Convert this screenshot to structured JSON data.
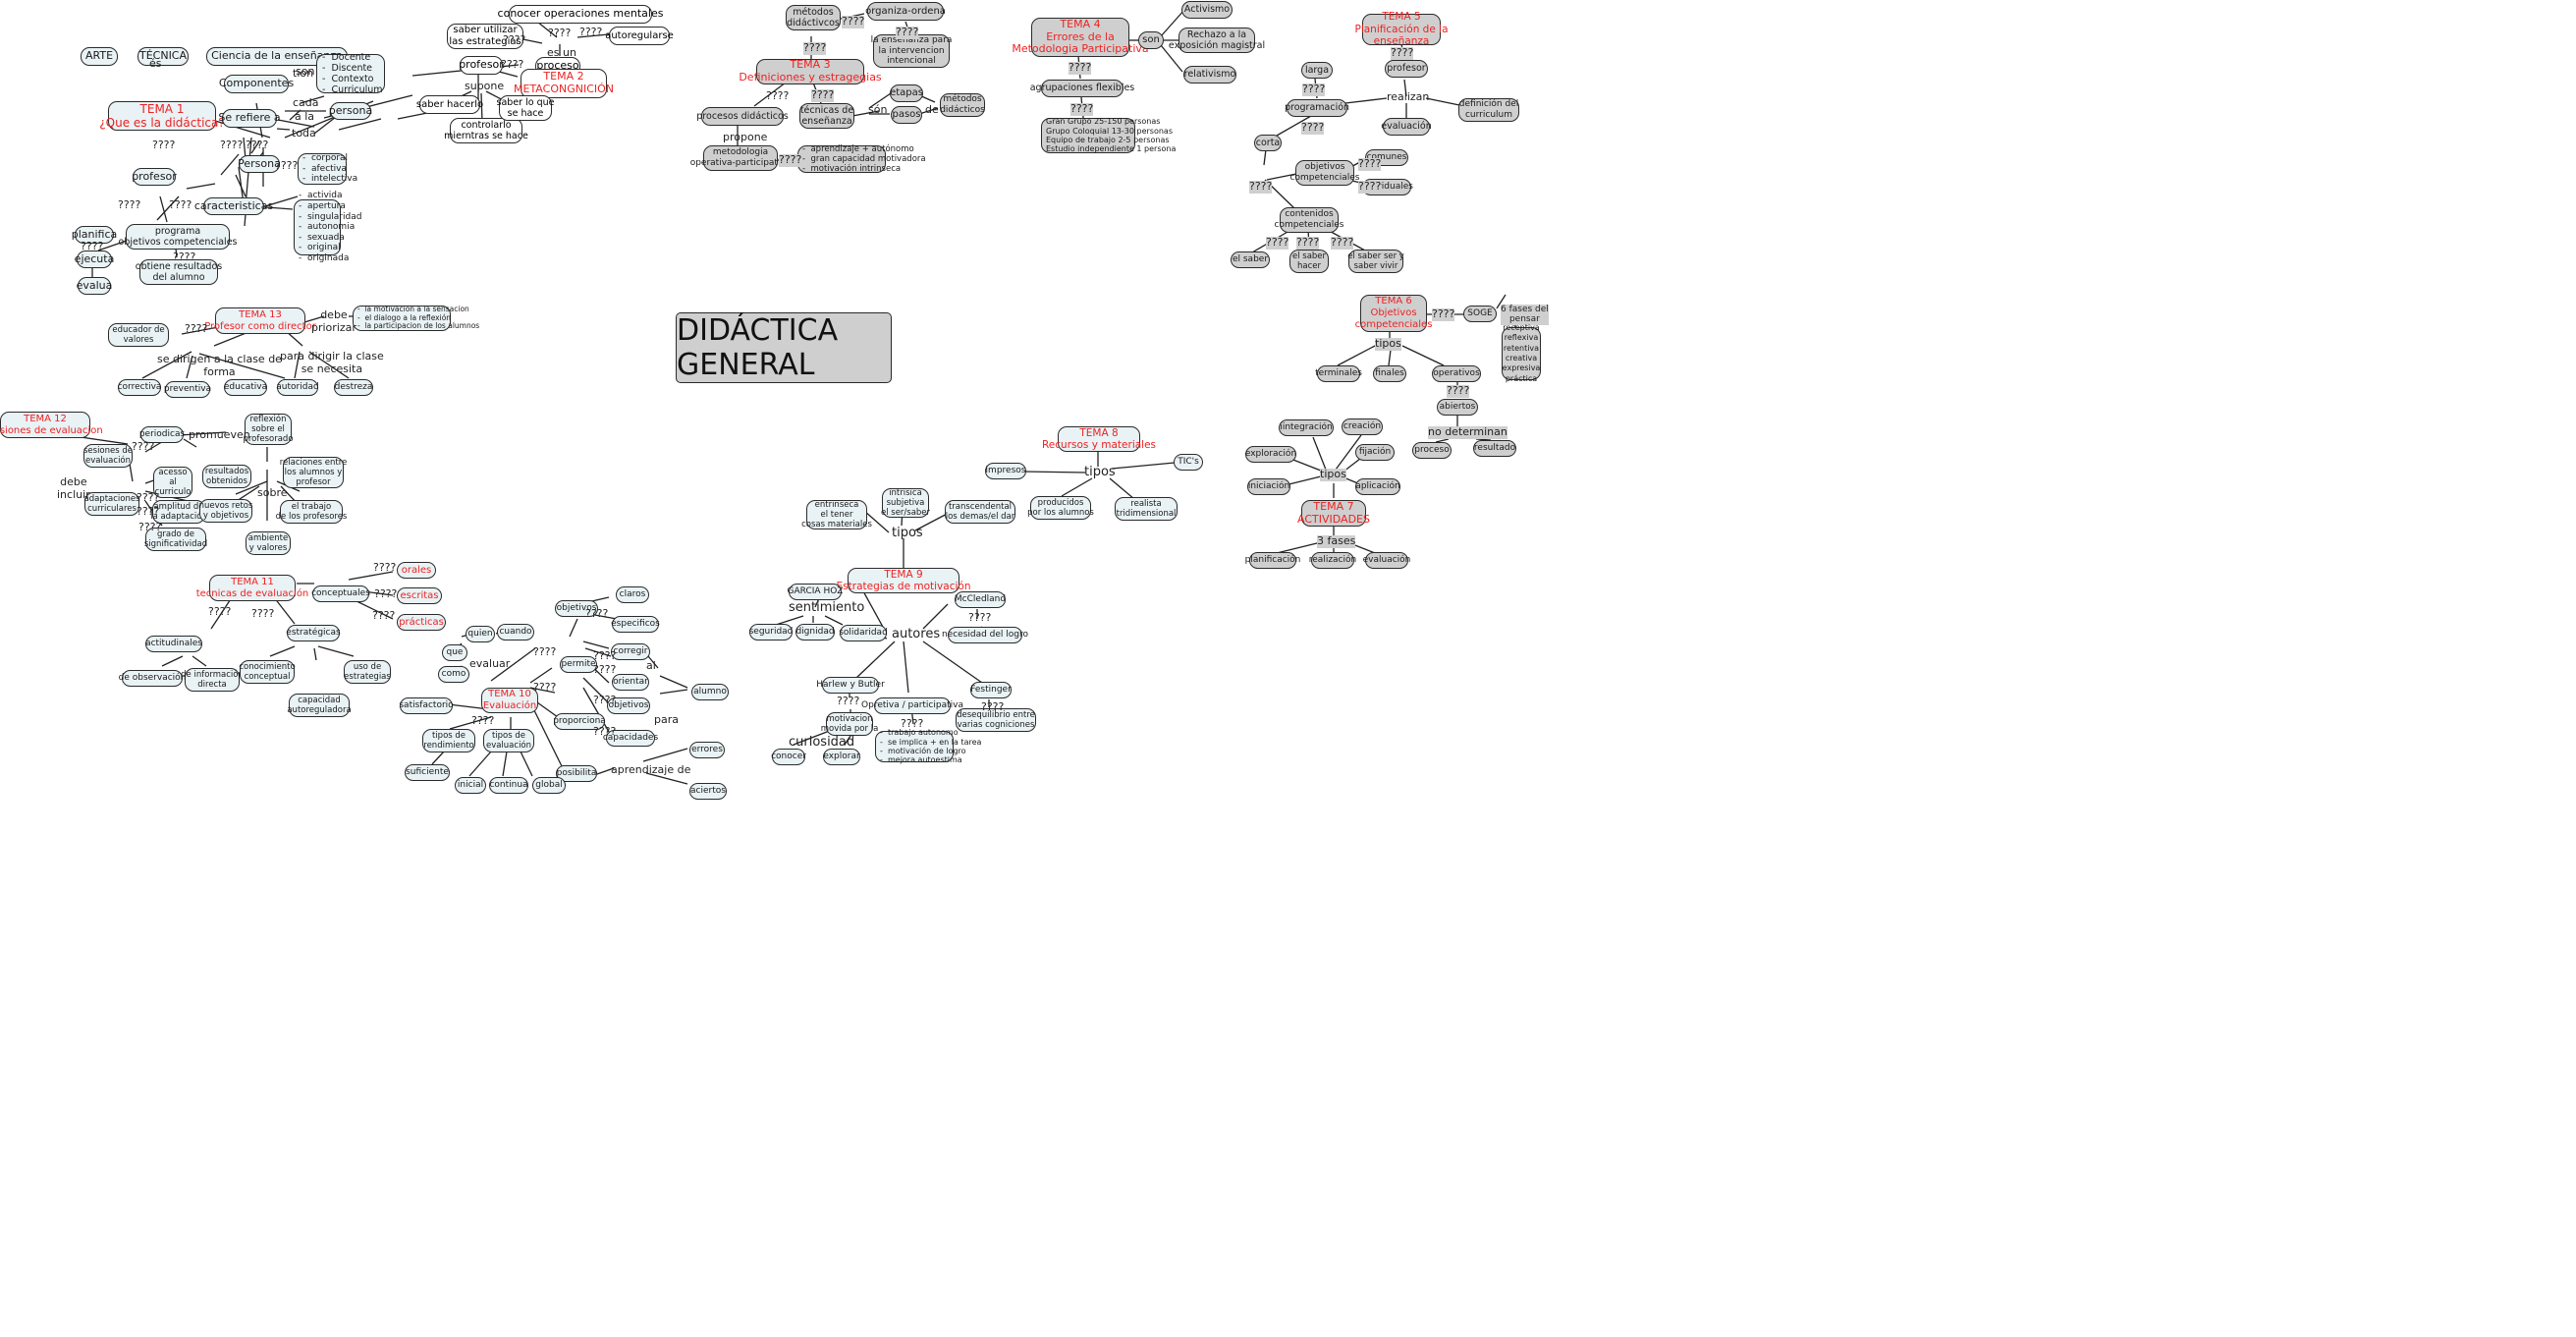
{
  "center": {
    "title": "DIDÁCTICA GENERAL"
  },
  "themes": {
    "t1": "TEMA 1\n¿Que es la didáctica?",
    "t2": "TEMA 2\nMETACONGNICIÓN",
    "t3": "TEMA 3\nDefiniciones y estragegias",
    "t4": "TEMA 4\nErrores de la\nMetodologia Participativa",
    "t5": "TEMA 5\nPlanificación de la\nenseñanza",
    "t6": "TEMA 6\nObjetivos\ncompetenciales",
    "t7": "TEMA 7\nACTIVIDADES",
    "t8": "TEMA 8\nRecursos y materiales",
    "t9": "TEMA 9\nEstrategias de motivación",
    "t10": "TEMA 10\nEvaluación",
    "t11": "TEMA 11\ntecnicas de evaluación",
    "t12": "TEMA 12\nSesiones de evaluacion",
    "t13": "TEMA 13\nProfesor como director"
  },
  "tema1": {
    "arte": "ARTE",
    "tecnica": "TÉCNICA",
    "ciencia": "Ciencia de la enseñanza",
    "componentes": "Componentes",
    "componentes_list": "-  Docente\n-  Discente\n-  Contexto\n-  Curriculum",
    "se_refiere_a": "Se refiere a",
    "persona_r": "persona",
    "persona_b": "Persona",
    "persona_list": "-  corporal\n-  afectiva\n-  intelectiva",
    "caracteristicas": "caracteristicas",
    "caracteristicas_list": "-  activida\n-  apertura\n-  singularidad\n-  autonomia\n-  sexuada\n-  original\n-  originada",
    "profesor": "profesor",
    "planifica": "planifica",
    "ejecuta": "ejecuta",
    "evalua": "evalua",
    "programa": "programa\nobjetivos competenciales",
    "obtiene": "obtiene resultados\ndel alumno",
    "lbl_es": "és",
    "lbl_son": "son",
    "lbl_tion": "tion",
    "lbl_cada": "cada",
    "lbl_ala": "a la",
    "lbl_toda": "toda",
    "lbl_q": "????"
  },
  "tema2": {
    "conocer": "conocer operaciones mentales",
    "saber_utilizar": "saber utilizar\nlas estrategias",
    "proceso": "proceso",
    "autoregularse": "autoregularse",
    "profesor": "profesor",
    "saber_hacerlo": "saber hacerlo",
    "controlarlo": "controlarlo\nmierntras se hace",
    "saber_lo_que": "saber lo que\nse hace",
    "lbl_es_un": "es un",
    "lbl_supone": "supone",
    "lbl_q": "????"
  },
  "tema3": {
    "metodos": "métodos\ndidáctivcos",
    "organiza": "organiza-ordena",
    "ensenanza_para": "la enseñanza para\nla intervencion\nintencional",
    "procesos": "procesos didácticos",
    "tecnicas": "técnicas de\nenseñanza",
    "etapas": "etapas",
    "pasos": "pasos",
    "metodos_did": "métodos\ndidácticos",
    "metodologia": "metodologia\noperativa-participativa",
    "aprendizaje": "-  aprendizaje + autónomo\n-  gran capacidad motivadora\n-  motivación intrinseca",
    "lbl_propone": "propone",
    "lbl_son": "són",
    "lbl_de": "de",
    "lbl_q": "????"
  },
  "tema4": {
    "son": "son",
    "activismo": "Activismo",
    "rechazo": "Rechazo a la\nexposición magistral",
    "relativismo": "relativismo",
    "agrupaciones": "agrupaciones flexibles",
    "grupos": "Gran Grupo 25-150 personas\nGrupo Coloquial 13-30 personas\nEquipo de trabajo 2-5 personas\nEstudio independiente 1 persona",
    "lbl_q": "????"
  },
  "tema5": {
    "profesor": "profesor",
    "larga": "larga",
    "programacion": "programación",
    "evaluacion": "evaluación",
    "definicion": "definición del\ncurriculum",
    "corta": "corta",
    "objetivos": "objetivos\ncompetenciales",
    "comunes": "comunes",
    "individuales": "individuales",
    "contenidos": "contenidos\ncompetenciales",
    "saber": "el saber",
    "saber_hacer": "el saber\nhacer",
    "saber_ser": "el saber ser y\nsaber vivir",
    "lbl_realizan": "realizan",
    "lbl_q": "????"
  },
  "tema6": {
    "soge": "SOGE",
    "fases": "6 fases del\npensar",
    "receptiva": "receptiva\nreflexiva\nretentiva\ncreativa\nexpresiva\npráctica",
    "terminales": "terminales",
    "finales": "finales",
    "operativos": "operativos",
    "abiertos": "abiertos",
    "proceso": "proceso",
    "resultado": "resultado",
    "lbl_tipos": "tipos",
    "lbl_no_determinan": "no determinan",
    "lbl_q": "????"
  },
  "tema7": {
    "integracion": "iintegración",
    "creacion": "creación",
    "exploracion": "exploración",
    "fijacion": "fijación",
    "iniciacion": "iniciación",
    "aplicacion": "aplicación",
    "planificacion": "planificación",
    "realizacion": "realización",
    "evaluacion": "evaluación",
    "lbl_tipos": "tipos",
    "lbl_3fases": "3 fases"
  },
  "tema8": {
    "impresos": "impresos",
    "tics": "TIC's",
    "producidos": "producidos\npor los alumnos",
    "realista": "realista\ntridimensional",
    "lbl_tipos": "tipos"
  },
  "tema9": {
    "intrisica": "intrisica\nsubjetiva\nel ser/saber",
    "entrinseca": "entrinseca\nel tener\ncosas materiales",
    "transcendental": "transcendental\nlos demas/el dar",
    "garcia_hoz": "GARCIA HOZ",
    "seguridad": "seguridad",
    "dignidad": "dignidad",
    "solidaridad": "solidaridad",
    "mccledland": "McCledland",
    "necesidad": "necesidad del logro",
    "harlew": "Harlew y Butler",
    "motivacion": "motivacion\nmovida por la",
    "conocer": "conocer",
    "explorar": "explorar",
    "opretiva": "Opretiva / participativa",
    "trabajo": "-  trabajo autonomo\n-  se implica + en la tarea\n-  motivación de logro\n-  mejora autoestima",
    "festinger": "Festinger",
    "desequilibrio": "desequilibrio entre\nvarias cogniciones",
    "lbl_tipos": "tipos",
    "lbl_autores": "autores",
    "lbl_sentimiento": "sentimiento",
    "lbl_curiosidad": "curiosidad",
    "lbl_q": "????"
  },
  "tema10": {
    "objetivos_top": "objetivos",
    "claros": "claros",
    "especificos": "especificos",
    "quien": "quien",
    "cuando": "cuando",
    "que": "que",
    "como": "como",
    "permite": "permite",
    "corregir": "corregir",
    "orientar": "orientar",
    "objetivos2": "objetivos",
    "capacidades": "capacidades",
    "alumno": "alumno",
    "proporciona": "proporciona",
    "posibilita": "posibilita",
    "errores": "errores",
    "aciertos": "aciertos",
    "satisfactorio": "satisfactorio",
    "tipos_rend": "tipos de\nrendimiento",
    "tipos_eval": "tipos de\nevaluación",
    "suficiente": "suficiente",
    "inicial": "inicial",
    "continua": "continua",
    "global": "global",
    "lbl_evaluar": "evaluar",
    "lbl_al": "al",
    "lbl_para": "para",
    "lbl_aprendizaje_de": "aprendizaje de",
    "lbl_q": "????"
  },
  "tema11": {
    "conceptuales": "conceptuales",
    "orales": "orales",
    "escritas": "escritas",
    "practicas": "prácticas",
    "actitudinales": "actitudinales",
    "estrategicas": "estratégicas",
    "de_observacion": "de observación",
    "de_informacion": "de información\ndirecta",
    "conocimiento": "conocimiento\nconceptual",
    "uso_estrategias": "uso de\nestrategias",
    "capacidad": "capacidad\nautoreguladora",
    "lbl_q": "????"
  },
  "tema12": {
    "periodicas": "periodicas",
    "sesiones": "sesiones de\nevaluación",
    "reflexion": "reflexión\nsobre el\nprofesorado",
    "acesso": "acesso\nal\ncurriculo",
    "adaptaciones": "adaptaciones\ncurriculares",
    "amplitud": "amplitud de\nla adaptación",
    "grado": "grado de\nsignificatividad",
    "resultados": "resultados\nobtenidos",
    "relaciones": "relaciones entre\nlos alumnos y\nprofesor",
    "nuevos_retos": "nuevos retos\ny objetivos",
    "trabajo_prof": "el trabajo\nde los profesores",
    "ambiente": "ambiente\ny valores",
    "lbl_promueven": "promueven",
    "lbl_sobre": "sobre",
    "lbl_debe_incluir": "debe\nincluir",
    "lbl_q": "????"
  },
  "tema13": {
    "educador": "educador de\nvalores",
    "priorizar_list": "-  la motivacion a la sensacion\n-  el dialogo a la reflexión\n-  la participacion de los alumnos",
    "correctiva": "correctiva",
    "preventiva": "preventiva",
    "educativa": "educativa",
    "autoridad": "autoridad",
    "destreza": "destreza",
    "lbl_debe_priorizar": "debe\npriorizar",
    "lbl_se_dirigen": "se dirigen a la clase de\nforma",
    "lbl_para_dirigir": "para dirigir la clase\nse necesita",
    "lbl_q": "????"
  }
}
